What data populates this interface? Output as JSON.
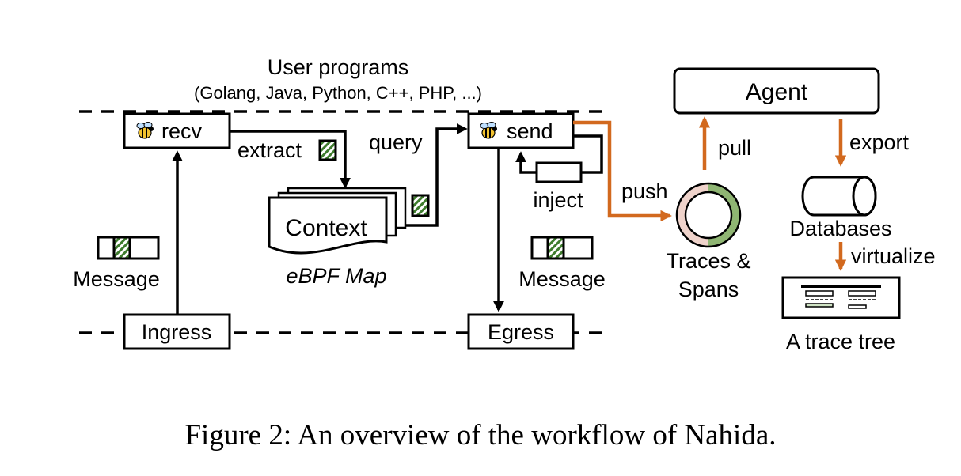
{
  "diagram": {
    "user_programs": {
      "title": "User programs",
      "languages": "(Golang, Java, Python, C++, PHP, ...)"
    },
    "nodes": {
      "recv": "recv",
      "send": "send",
      "context": "Context",
      "ebpf_map": "eBPF Map",
      "ingress": "Ingress",
      "egress": "Egress",
      "agent": "Agent",
      "traces_line1": "Traces &",
      "traces_line2": "Spans",
      "databases": "Databases",
      "trace_tree": "A trace tree",
      "message_left": "Message",
      "message_right": "Message"
    },
    "edges": {
      "extract": "extract",
      "query": "query",
      "inject": "inject",
      "push": "push",
      "pull": "pull",
      "export": "export",
      "virtualize": "virtualize"
    },
    "colors": {
      "accent_orange": "#d2691e",
      "ring_green": "#8fb573",
      "ring_pink": "#efd3cb",
      "hatch_green": "#3f7d2e",
      "black": "#000000"
    },
    "icons": [
      "bee-icon",
      "hatched-message-icon",
      "database-cylinder-icon",
      "ring-buffer-icon",
      "trace-tree-icon"
    ]
  },
  "caption": "Figure 2: An overview of the workflow of Nahida."
}
